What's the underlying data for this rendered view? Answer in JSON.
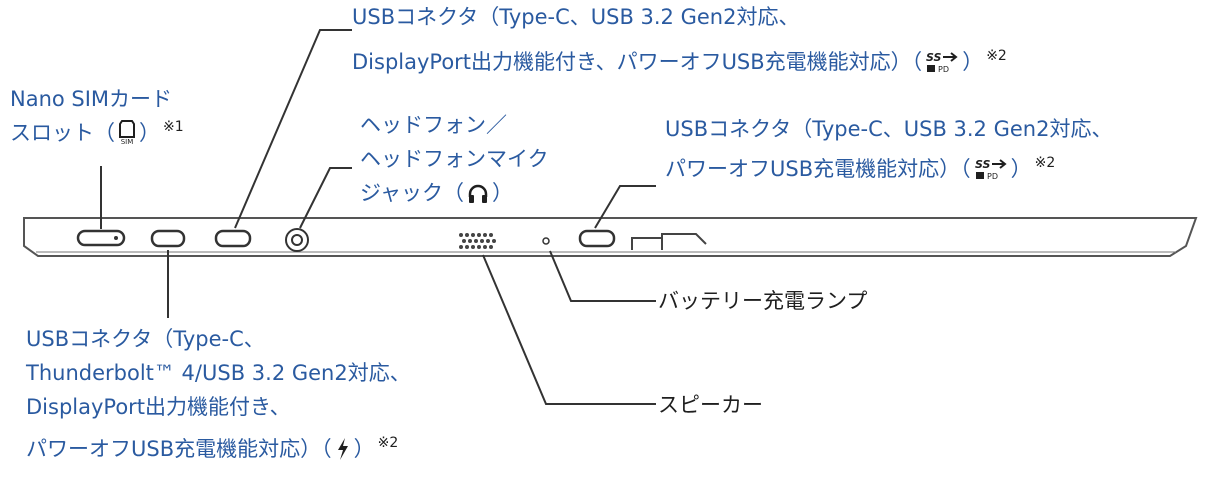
{
  "labels": {
    "sim": {
      "line1": "Nano SIMカード",
      "line2_text": "スロット（",
      "line2_close": "）",
      "note": "※1"
    },
    "usb_top": {
      "line1": "USBコネクタ（Type-C、USB 3.2 Gen2対応、",
      "line2_text": "DisplayPort出力機能付き、パワーオフUSB充電機能対応）（",
      "line2_close": "）",
      "note": "※2"
    },
    "headphone": {
      "line1": "ヘッドフォン／",
      "line2": "ヘッドフォンマイク",
      "line3_text": "ジャック（",
      "line3_close": "）"
    },
    "usb_right": {
      "line1": "USBコネクタ（Type-C、USB 3.2 Gen2対応、",
      "line2_text": "パワーオフUSB充電機能対応）（",
      "line2_close": "）",
      "note": "※2"
    },
    "battery_lamp": "バッテリー充電ランプ",
    "speaker": "スピーカー",
    "thunderbolt": {
      "line1": "USBコネクタ（Type-C、",
      "line2": "Thunderbolt™ 4/USB 3.2 Gen2対応、",
      "line3": "DisplayPort出力機能付き、",
      "line4_text": "パワーオフUSB充電機能対応）（",
      "line4_close": "）",
      "note": "※2"
    }
  },
  "colors": {
    "label_blue": "#2a5aa0",
    "label_dark": "#1f1f1f",
    "line": "#333333"
  }
}
